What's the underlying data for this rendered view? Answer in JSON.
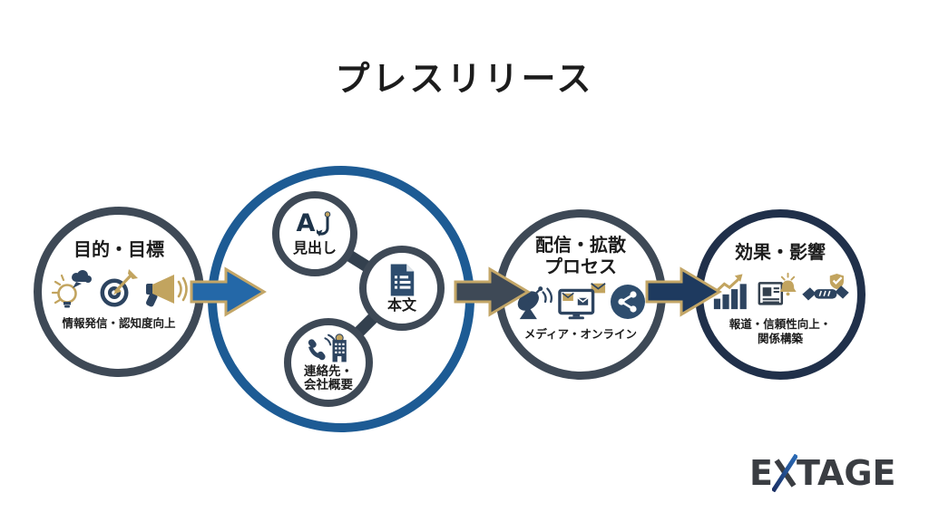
{
  "title": "プレスリリース",
  "colors": {
    "center_ring_blue": "#1d5b94",
    "slate_ring": "#3e4956",
    "navy_ring": "#20304a",
    "arrow1_fill": "#2468a8",
    "arrow2_fill": "#3e4956",
    "arrow3_fill": "#1e3a5f",
    "arrow_outline_gold": "#c3a667",
    "icon_navy": "#2d4460",
    "icon_gold": "#c2a45f",
    "text_dark": "#1c1c1c",
    "logo_gray": "#3a3d42",
    "logo_blue": "#2b6cb8"
  },
  "steps": {
    "purpose": {
      "title": "目的・目標",
      "caption": "情報発信・認知度向上",
      "icons": [
        "idea-lightbulb-icon",
        "target-dart-icon",
        "megaphone-icon"
      ]
    },
    "press_release": {
      "headline": {
        "letter": "A",
        "label": "見出し",
        "icon": "fishhook-icon"
      },
      "body": {
        "label": "本文",
        "icon": "document-icon"
      },
      "contact": {
        "label_line1": "連絡先・",
        "label_line2": "会社概要",
        "icon": "phone-building-icon"
      }
    },
    "distribution": {
      "title_line1": "配信・拡散",
      "title_line2": "プロセス",
      "caption": "メディア・オンライン",
      "icons": [
        "satellite-dish-icon",
        "monitor-mail-icon",
        "share-icon"
      ]
    },
    "effect": {
      "title": "効果・影響",
      "caption_line1": "報道・信頼性向上・",
      "caption_line2": "関係構築",
      "icons": [
        "growth-chart-icon",
        "newspaper-alert-icon",
        "handshake-shield-icon"
      ]
    }
  },
  "logo": {
    "full_name": "EXTAGE",
    "left": "E",
    "right": "TAGE"
  }
}
